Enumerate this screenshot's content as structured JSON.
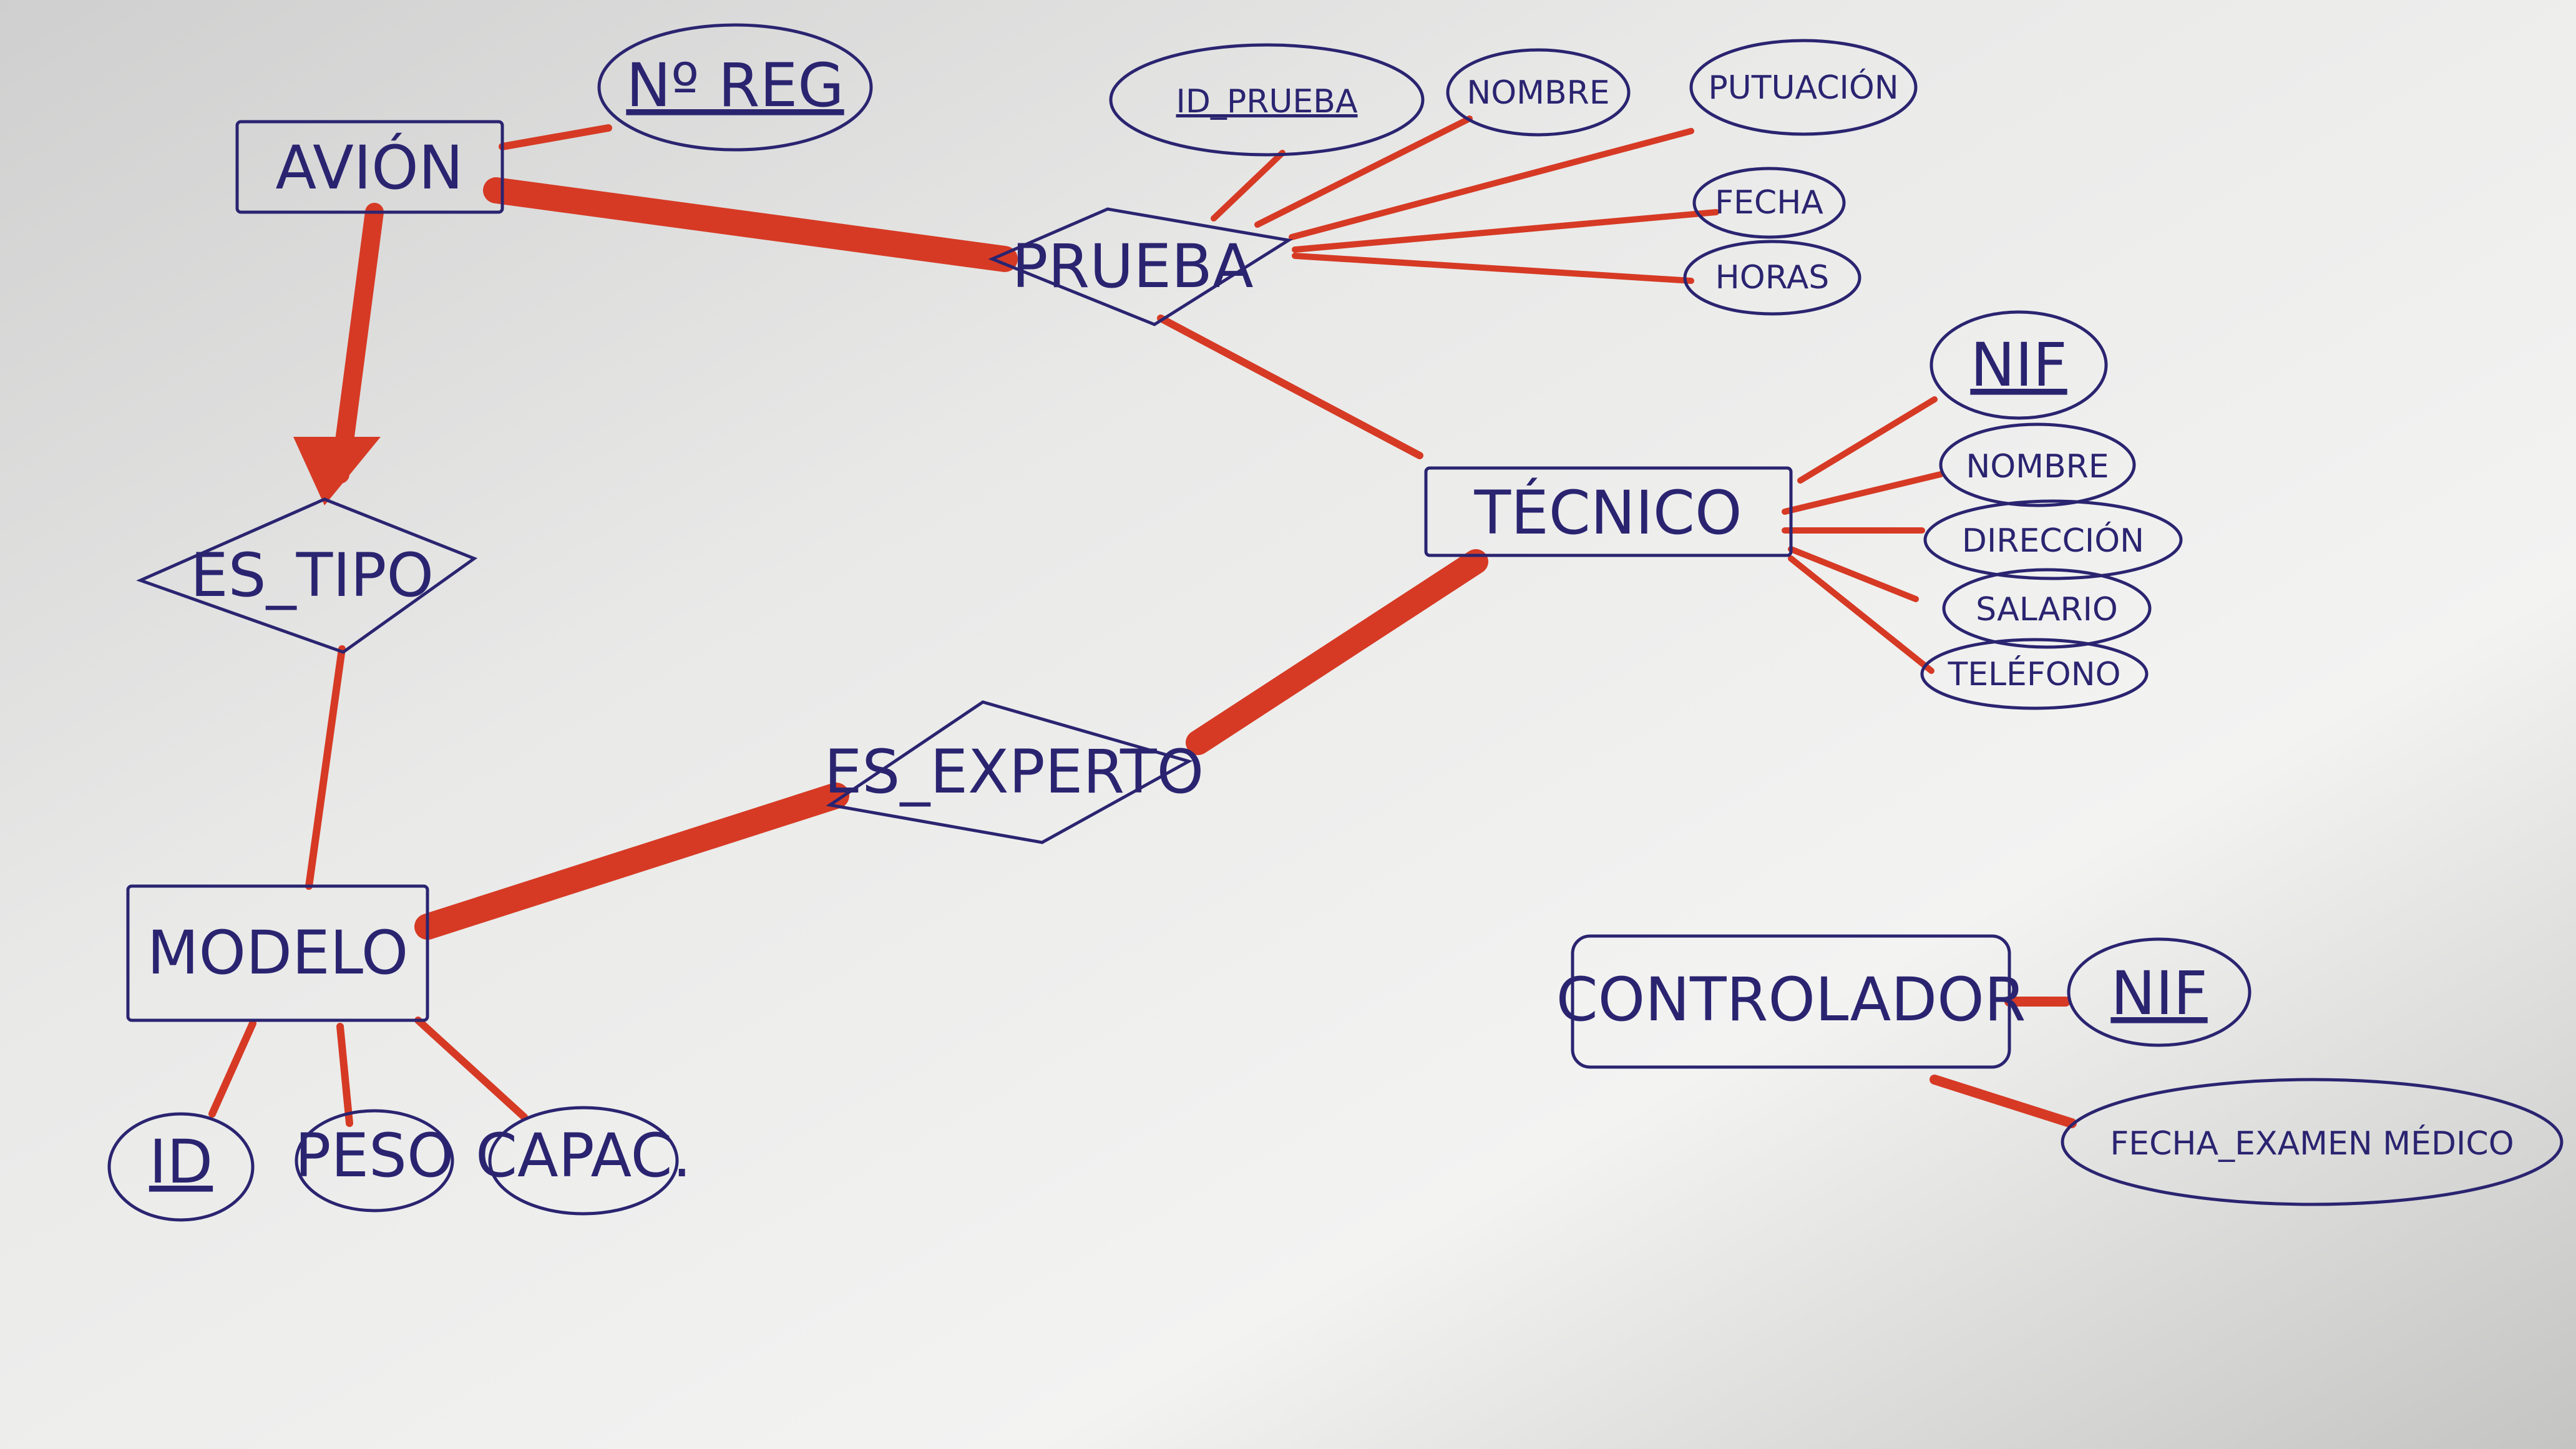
{
  "colors": {
    "ink": "#2a2470",
    "marker": "#d63a24",
    "paper_light": "#f2f2f0",
    "paper_shadow": "#b9b9b8"
  },
  "entities": {
    "avion": "AVIÓN",
    "tecnico": "TÉCNICO",
    "modelo": "MODELO",
    "controlador": "CONTROLADOR"
  },
  "relationships": {
    "prueba": "PRUEBA",
    "es_tipo": "ES_TIPO",
    "es_experto": "ES_EXPERTO"
  },
  "attributes": {
    "avion_nreg": "Nº REG",
    "prueba_id": "ID_PRUEBA",
    "prueba_nombre": "NOMBRE",
    "prueba_puntuacion": "PUTUACIÓN",
    "prueba_fecha": "FECHA",
    "prueba_horas": "HORAS",
    "tecnico_nif": "NIF",
    "tecnico_nombre": "NOMBRE",
    "tecnico_direccion": "DIRECCIÓN",
    "tecnico_salario": "SALARIO",
    "tecnico_telefono": "TELÉFONO",
    "modelo_id": "ID",
    "modelo_peso": "PESO",
    "modelo_capac": "CAPAC.",
    "controlador_nif": "NIF",
    "controlador_fecha": "FECHA_EXAMEN MÉDICO"
  }
}
